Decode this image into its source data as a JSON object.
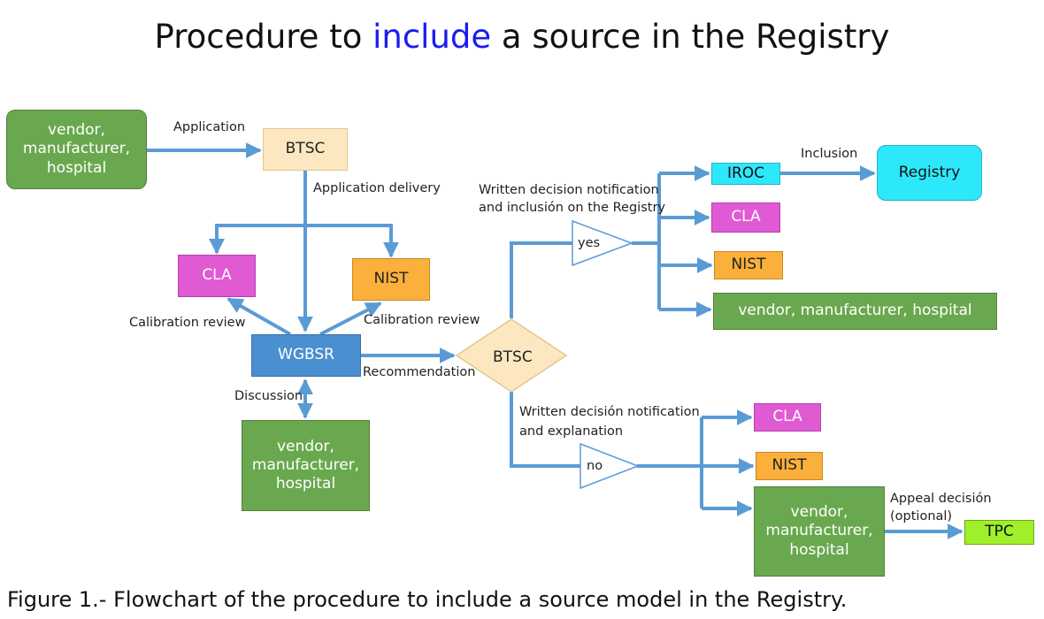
{
  "title": {
    "before": "Procedure to ",
    "highlight": "include",
    "after": " a source in the Registry"
  },
  "nodes": {
    "vendor_top": "vendor, manufacturer, hospital",
    "btsc_top": "BTSC",
    "cla_left": "CLA",
    "nist_left": "NIST",
    "wgbsr": "WGBSR",
    "vendor_bottom": "vendor, manufacturer, hospital",
    "btsc_decision": "BTSC",
    "yes": "yes",
    "no": "no",
    "iroc": "IROC",
    "registry": "Registry",
    "cla_yes": "CLA",
    "nist_yes": "NIST",
    "vendor_yes": "vendor, manufacturer, hospital",
    "cla_no": "CLA",
    "nist_no": "NIST",
    "vendor_no": "vendor, manufacturer, hospital",
    "tpc": "TPC"
  },
  "labels": {
    "application": "Application",
    "application_delivery": "Application delivery",
    "calibration_review_left": "Calibration review",
    "calibration_review_right": "Calibration review",
    "discussion": "Discussion",
    "recommendation": "Recommendation",
    "written_decision_yes_1": "Written decision notification",
    "written_decision_yes_2": "and inclusión on the Registry",
    "inclusion": "Inclusion",
    "written_decision_no_1": "Written decisión notification",
    "written_decision_no_2": "and explanation",
    "appeal_1": "Appeal decisión",
    "appeal_2": "(optional)"
  },
  "caption": "Figure 1.- Flowchart of the procedure to include a source model in the Registry.",
  "colors": {
    "arrow": "#5b9bd5",
    "green": "#6aa84f",
    "orange": "#fbb03b",
    "pink": "#e05ad4",
    "cream": "#fde7c0",
    "blue": "#4a8fd0",
    "cyan": "#2de8fb",
    "lime": "#9fef2a"
  }
}
